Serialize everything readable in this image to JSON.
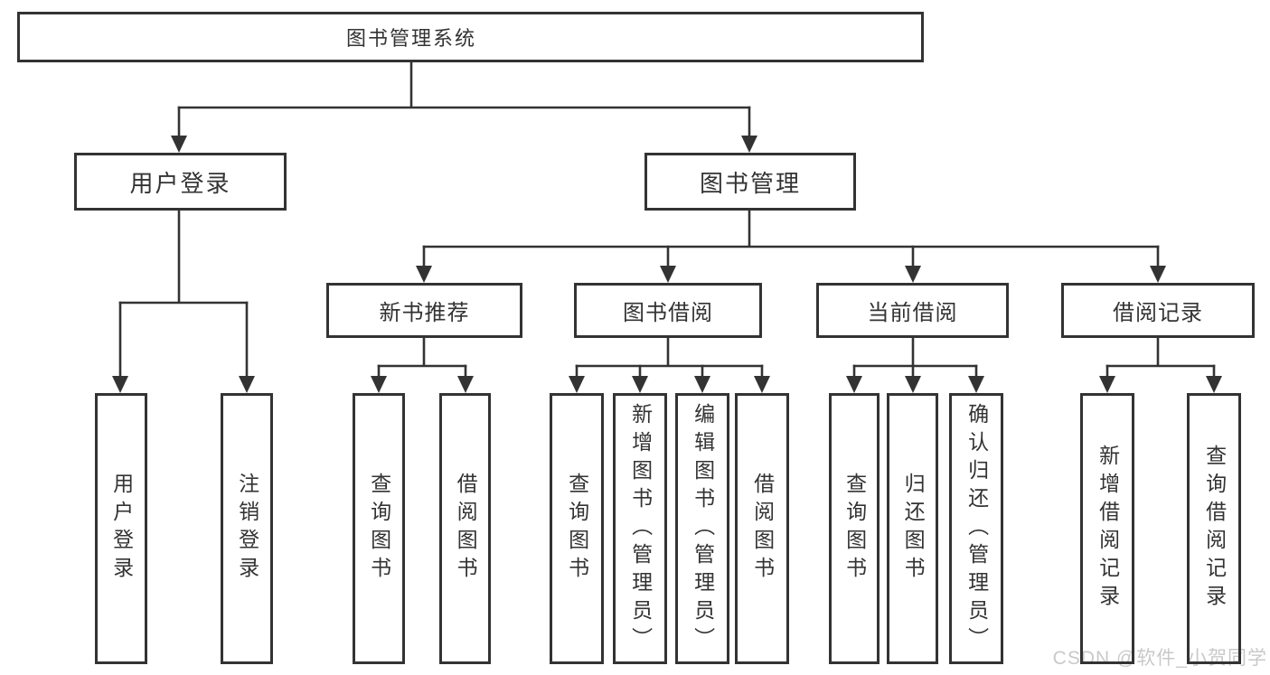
{
  "tree": {
    "label": "图书管理系统",
    "children": [
      {
        "label": "用户登录",
        "children": [
          {
            "label": "用户登录"
          },
          {
            "label": "注销登录"
          }
        ]
      },
      {
        "label": "图书管理",
        "children": [
          {
            "label": "新书推荐",
            "children": [
              {
                "label": "查询图书"
              },
              {
                "label": "借阅图书"
              }
            ]
          },
          {
            "label": "图书借阅",
            "children": [
              {
                "label": "查询图书"
              },
              {
                "label": "新增图书（管理员）"
              },
              {
                "label": "编辑图书（管理员）"
              },
              {
                "label": "借阅图书"
              }
            ]
          },
          {
            "label": "当前借阅",
            "children": [
              {
                "label": "查询图书"
              },
              {
                "label": "归还图书"
              },
              {
                "label": "确认归还（管理员）"
              }
            ]
          },
          {
            "label": "借阅记录",
            "children": [
              {
                "label": "新增借阅记录"
              },
              {
                "label": "查询借阅记录"
              }
            ]
          }
        ]
      }
    ]
  },
  "watermark": "CSDN @软件_小贺同学",
  "colors": {
    "line": "#333333",
    "text": "#333333",
    "watermark": "#c9c9c9",
    "background": "#ffffff"
  }
}
